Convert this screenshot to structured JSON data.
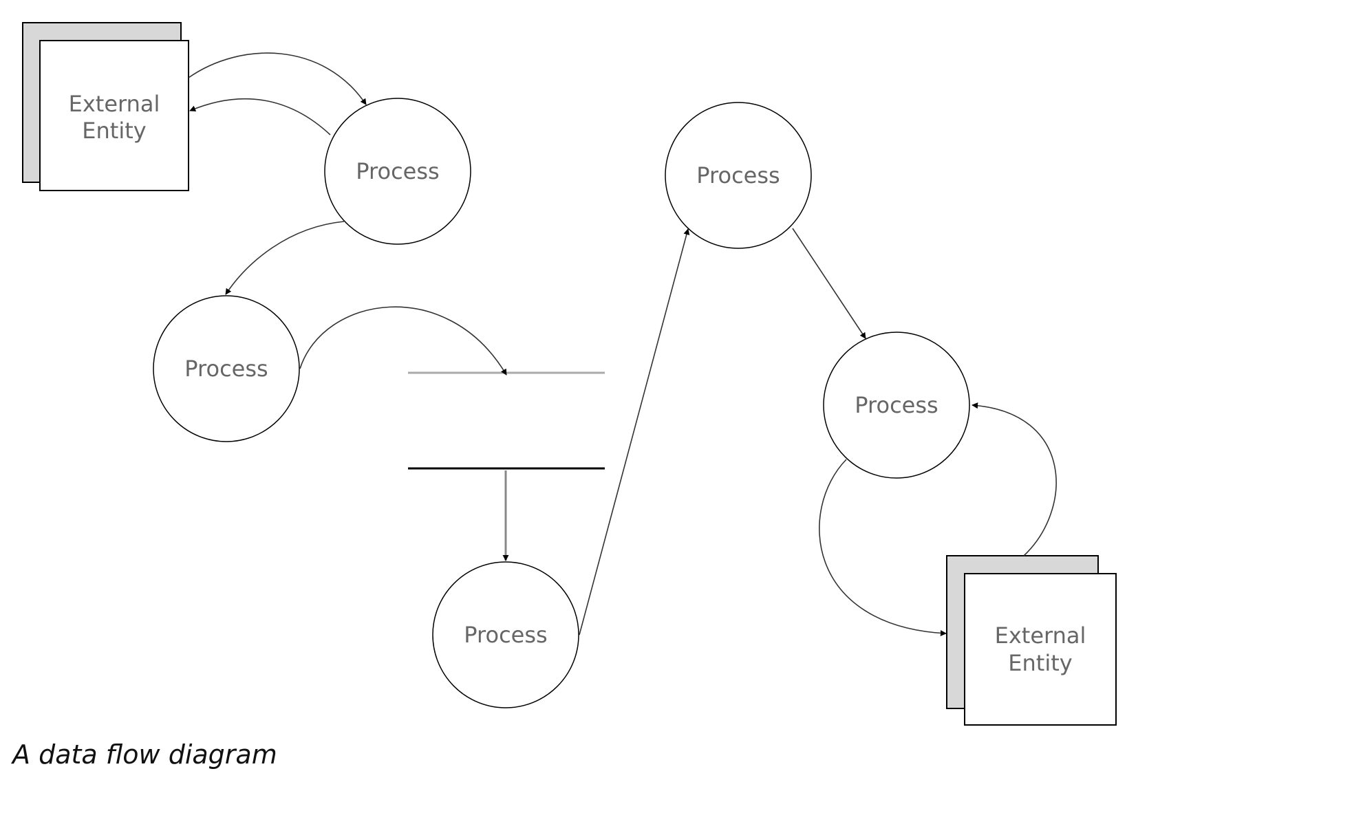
{
  "diagram": {
    "caption": "A data flow diagram",
    "external_entities": [
      {
        "id": "ee1",
        "line1": "External",
        "line2": "Entity"
      },
      {
        "id": "ee2",
        "line1": "External",
        "line2": "Entity"
      }
    ],
    "processes": [
      {
        "id": "p1",
        "label": "Process"
      },
      {
        "id": "p2",
        "label": "Process"
      },
      {
        "id": "p3",
        "label": "Process"
      },
      {
        "id": "p4",
        "label": "Process"
      },
      {
        "id": "p5",
        "label": "Process"
      }
    ],
    "data_stores": [
      {
        "id": "ds1",
        "label": ""
      }
    ],
    "flows": [
      {
        "from": "ee1",
        "to": "p1"
      },
      {
        "from": "p1",
        "to": "ee1"
      },
      {
        "from": "p1",
        "to": "p2"
      },
      {
        "from": "p2",
        "to": "ds1"
      },
      {
        "from": "ds1",
        "to": "p3"
      },
      {
        "from": "p3",
        "to": "p4"
      },
      {
        "from": "p4",
        "to": "p5"
      },
      {
        "from": "p5",
        "to": "ee2"
      },
      {
        "from": "ee2",
        "to": "p5"
      }
    ]
  }
}
